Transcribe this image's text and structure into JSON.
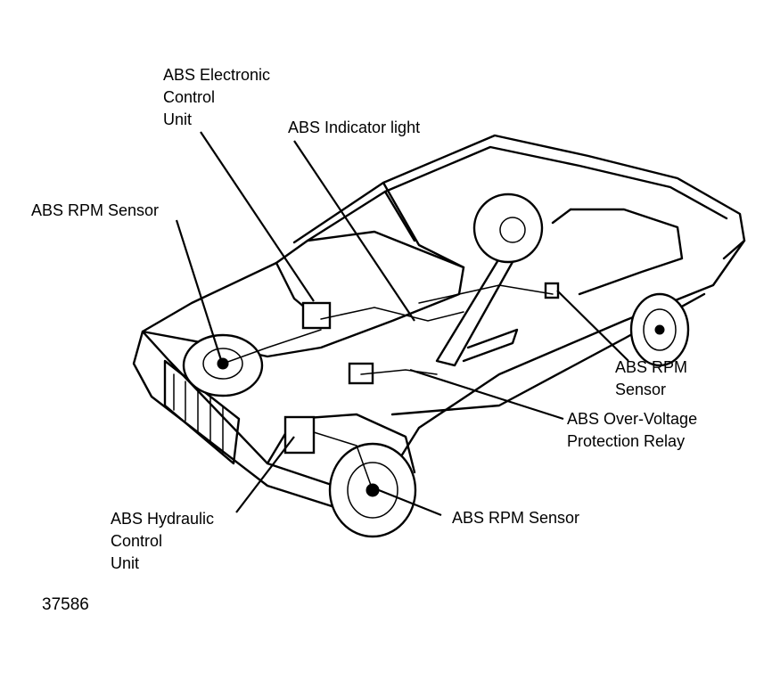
{
  "labels": {
    "ecu": [
      "ABS Electronic",
      "Control",
      "Unit"
    ],
    "indicator": [
      "ABS Indicator light"
    ],
    "rpm_front_left": [
      "ABS RPM Sensor"
    ],
    "rpm_rear_right": [
      "ABS RPM",
      "Sensor"
    ],
    "relay": [
      "ABS Over-Voltage",
      "Protection Relay"
    ],
    "rpm_front_right": [
      "ABS RPM Sensor"
    ],
    "hydraulic": [
      "ABS Hydraulic",
      "Control",
      "Unit"
    ]
  },
  "figure_number": "37586",
  "colors": {
    "line": "#000000",
    "background": "#ffffff"
  }
}
